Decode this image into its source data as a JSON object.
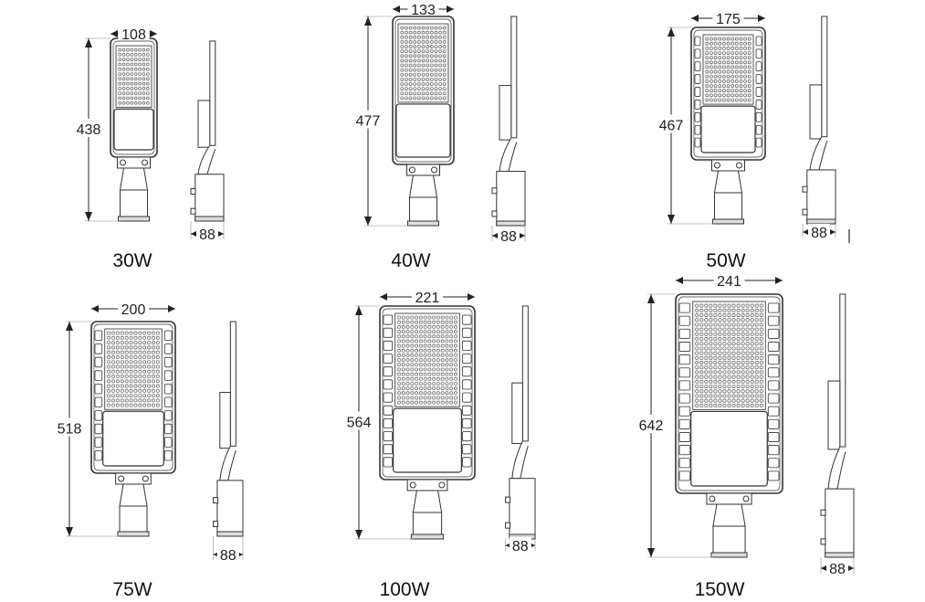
{
  "models": [
    {
      "label": "30W",
      "height_mm": "438",
      "width_mm": "108",
      "depth_mm": "88",
      "fins": false
    },
    {
      "label": "40W",
      "height_mm": "477",
      "width_mm": "133",
      "depth_mm": "88",
      "fins": false
    },
    {
      "label": "50W",
      "height_mm": "467",
      "width_mm": "175",
      "depth_mm": "88",
      "fins": true
    },
    {
      "label": "75W",
      "height_mm": "518",
      "width_mm": "200",
      "depth_mm": "88",
      "fins": true
    },
    {
      "label": "100W",
      "height_mm": "564",
      "width_mm": "221",
      "depth_mm": "88",
      "fins": true
    },
    {
      "label": "150W",
      "height_mm": "642",
      "width_mm": "241",
      "depth_mm": "88",
      "fins": true
    }
  ],
  "colors": {
    "line": "#333333",
    "fill": "#f4f4f4",
    "dim": "#222222"
  }
}
